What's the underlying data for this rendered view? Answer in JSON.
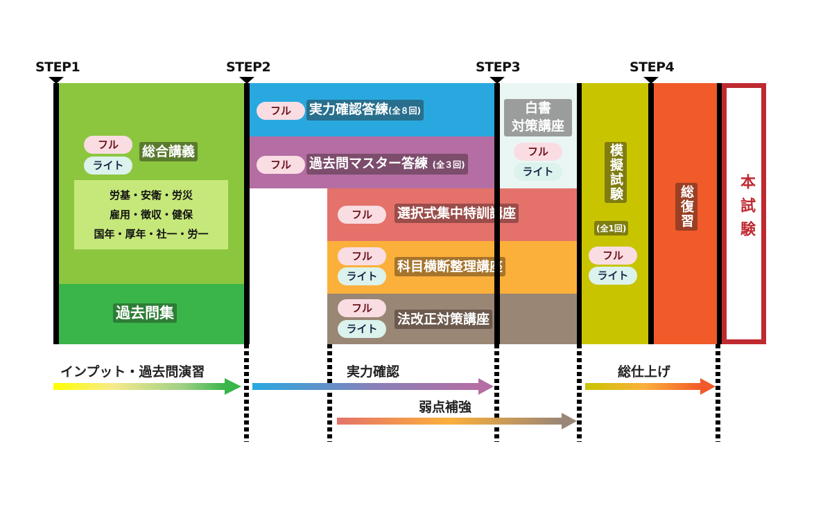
{
  "steps": [
    {
      "label": "STEP1"
    },
    {
      "label": "STEP2"
    },
    {
      "label": "STEP3"
    },
    {
      "label": "STEP4"
    }
  ],
  "badges": {
    "full": "フル",
    "lite": "ライト"
  },
  "blocks": {
    "general_lecture": {
      "title": "総合講義",
      "subjects": [
        "労基・安衛・労災",
        "雇用・徴収・健保",
        "国年・厚年・社一・労一"
      ],
      "color": "#8cc63f"
    },
    "past_questions": {
      "title": "過去問集",
      "color": "#39b54a"
    },
    "skill_check": {
      "title": "実力確認答練",
      "note": "(全８回)",
      "color": "#29a8e0"
    },
    "past_master": {
      "title": "過去問マスター答練",
      "note": "(全３回)",
      "color": "#b46ea3"
    },
    "white_paper": {
      "title_line1": "白書",
      "title_line2": "対策講座",
      "color": "#eaf6f4"
    },
    "selective": {
      "title": "選択式集中特訓講座",
      "color": "#e4726a"
    },
    "cross_subject": {
      "title": "科目横断整理講座",
      "color": "#fbb03b"
    },
    "law_revision": {
      "title": "法改正対策講座",
      "color": "#998675"
    },
    "mock_exam": {
      "title": "模擬試験",
      "note": "(全1回)",
      "color": "#c8c400"
    },
    "total_review": {
      "title": "総復習",
      "color": "#f15a29"
    },
    "main_exam": {
      "title": "本試験",
      "color": "#bf2a31"
    }
  },
  "phases": [
    {
      "label": "インプット・過去問演習"
    },
    {
      "label": "実力確認"
    },
    {
      "label": "弱点補強"
    },
    {
      "label": "総仕上げ"
    }
  ]
}
